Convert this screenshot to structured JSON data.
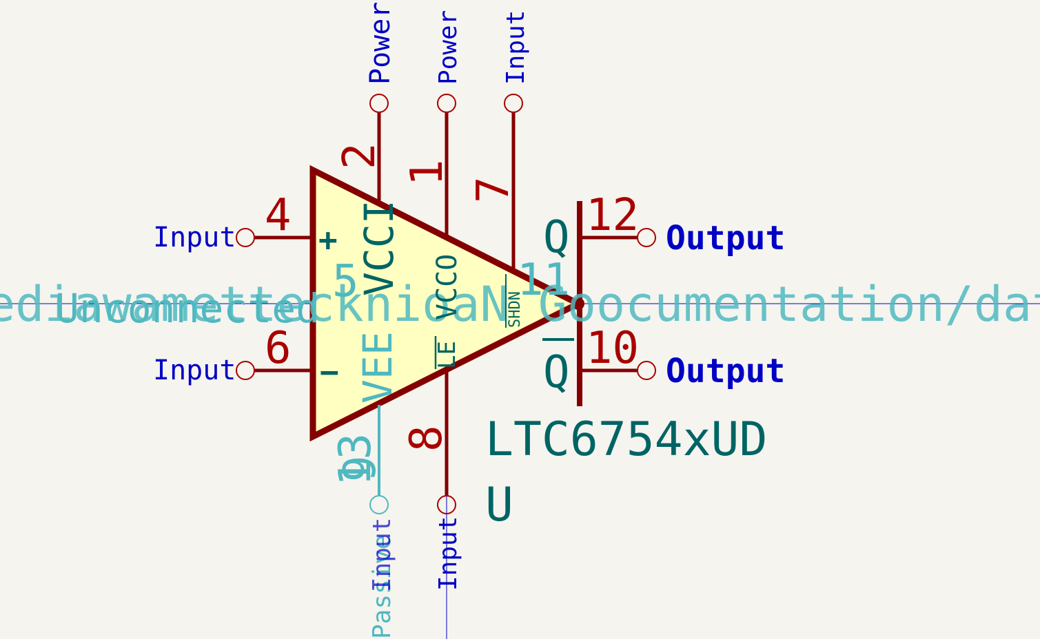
{
  "colors": {
    "background": "#f5f4ef",
    "body_fill": "#ffffc2",
    "outline": "#840000",
    "pin_number": "#a90000",
    "electrical_type": "#0000c4",
    "pin_name": "#006464",
    "hidden": "#4fb8c0",
    "crosshair": "#0000c4"
  },
  "component": {
    "reference": "U",
    "value": "LTC6754xUD",
    "footprint_overlay": "ediawamettecknioaN Goocumentation/data-",
    "hidden_overlay": "Unconnected"
  },
  "pins": {
    "p2": {
      "number": "2",
      "name": "VCCI",
      "type": "Power"
    },
    "p1": {
      "number": "1",
      "name": "VCCO",
      "type": "Power"
    },
    "p7": {
      "number": "7",
      "name": "SHDN",
      "type": "Input"
    },
    "p4": {
      "number": "4",
      "name": "+",
      "type": "Input"
    },
    "p6": {
      "number": "6",
      "name": "−",
      "type": "Input"
    },
    "p12": {
      "number": "12",
      "name": "Q",
      "type": "Output"
    },
    "p10": {
      "number": "10",
      "name": "Q",
      "type": "Output"
    },
    "p8": {
      "number": "8",
      "name": "LE",
      "type": "Input"
    },
    "p3": {
      "number": "3",
      "name": "VEE",
      "type": "Passive"
    },
    "p13": {
      "number": "13"
    },
    "p5": {
      "number": "5"
    },
    "p11": {
      "number": "11"
    },
    "p9": {
      "number": "9"
    }
  }
}
